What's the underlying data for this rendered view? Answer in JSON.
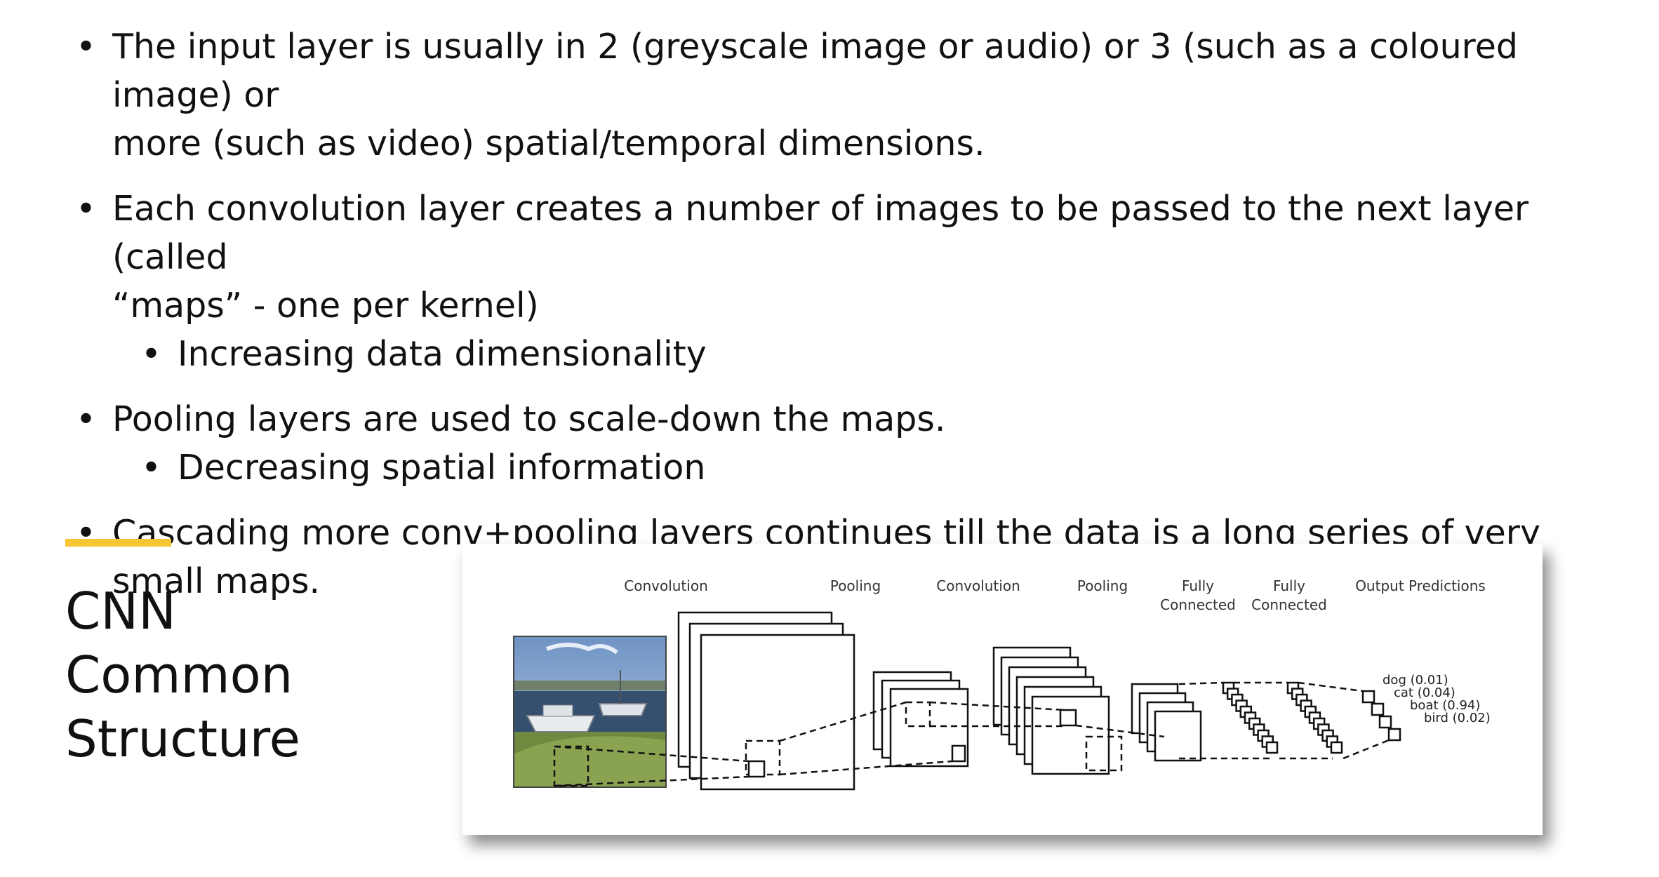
{
  "bullets": [
    {
      "level": 1,
      "lines": [
        "The input layer is usually in 2 (greyscale image or audio) or 3 (such as a coloured image) or",
        "more (such as video) spatial/temporal dimensions."
      ]
    },
    {
      "level": 1,
      "lines": [
        "Each convolution layer creates a number of images to be passed to the next layer (called",
        "“maps” - one per kernel)"
      ]
    },
    {
      "level": 2,
      "lines": [
        "Increasing data dimensionality"
      ]
    },
    {
      "level": 1,
      "lines": [
        "Pooling layers are used to scale-down the maps."
      ]
    },
    {
      "level": 2,
      "lines": [
        "Decreasing spatial information"
      ]
    },
    {
      "level": 1,
      "lines": [
        "Cascading more conv+pooling layers continues till the data is a long series of very small maps."
      ]
    }
  ],
  "bullet_glyph": "•",
  "title": "CNN\nCommon\nStructure",
  "colors": {
    "accent": "#f7c531",
    "text": "#111111"
  },
  "diagram": {
    "stages": [
      "Convolution",
      "Pooling",
      "Convolution",
      "Pooling",
      "Fully\nConnected",
      "Fully\nConnected",
      "Output Predictions"
    ],
    "predictions": [
      "dog (0.01)",
      "cat (0.04)",
      "boat (0.94)",
      "bird (0.02)"
    ]
  }
}
